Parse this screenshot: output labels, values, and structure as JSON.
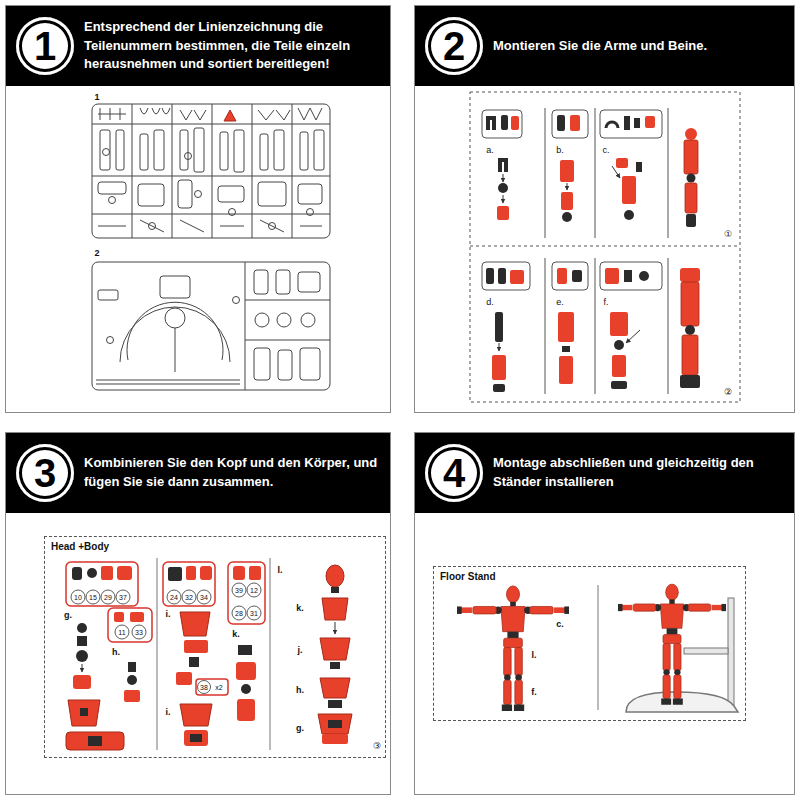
{
  "diagram": {
    "nodes": [
      {
        "text": [
          "Entsprechend der Linienzeichnung die Teilenummern bestimmen, die Teile einzeln herausnehmen und sortiert bereitlegen!"
        ]
      },
      {
        "text": [
          "1"
        ],
        "in": 0
      },
      {
        "text": [
          "Montieren Sie die Arme und Beine."
        ]
      },
      {
        "text": [
          "2"
        ],
        "in": 2
      },
      {
        "text": [
          "Kombinieren Sie den Kopf und den Körper, und fügen Sie sie dann zusammen."
        ]
      },
      {
        "text": [
          "3"
        ],
        "in": 4
      },
      {
        "text": [
          "Head +Body"
        ],
        "in": 4
      },
      {
        "text": [
          "Montage abschließen und gleichzeitig den Ständer installieren"
        ]
      },
      {
        "text": [
          "4"
        ],
        "in": 7
      },
      {
        "text": [
          "Floor Stand"
        ],
        "in": 7
      }
    ],
    "labels": [
      "1",
      "2",
      "a.",
      "b.",
      "c.",
      "①",
      "d.",
      "e.",
      "f.",
      "②",
      "10",
      "15",
      "29",
      "37",
      "24",
      "32",
      "34",
      "39",
      "12",
      "28",
      "31",
      "11",
      "33",
      "g.",
      "h.",
      "i.",
      "k.",
      "l.",
      "38",
      "x2",
      "i.",
      "k.",
      "j.",
      "h.",
      "g.",
      "③",
      "c.",
      "l.",
      "f."
    ]
  }
}
